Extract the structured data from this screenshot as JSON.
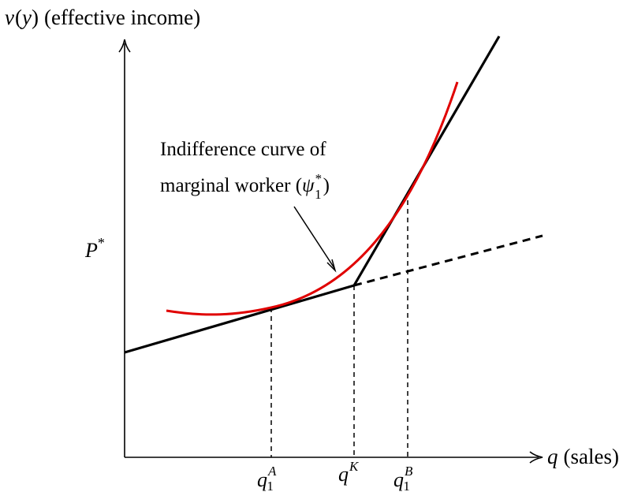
{
  "diagram": {
    "y_axis": {
      "symbol": "v",
      "open": "(",
      "var": "y",
      "close": ")",
      "description": "(effective income)"
    },
    "x_axis": {
      "symbol": "q",
      "description": "(sales)"
    },
    "price_label": {
      "symbol": "P",
      "sup": "*"
    },
    "annotation": {
      "line1": "Indifference curve of",
      "line2": "marginal worker (",
      "psi": "ψ",
      "psi_sub": "1",
      "psi_sup": "*",
      "close": ")"
    },
    "ticks": {
      "qA": {
        "base": "q",
        "sub": "1",
        "sup": "A"
      },
      "qK": {
        "base": "q",
        "sup": "K"
      },
      "qB": {
        "base": "q",
        "sub": "1",
        "sup": "B"
      }
    },
    "colors": {
      "curve": "#e00000",
      "ink": "#000000"
    }
  }
}
